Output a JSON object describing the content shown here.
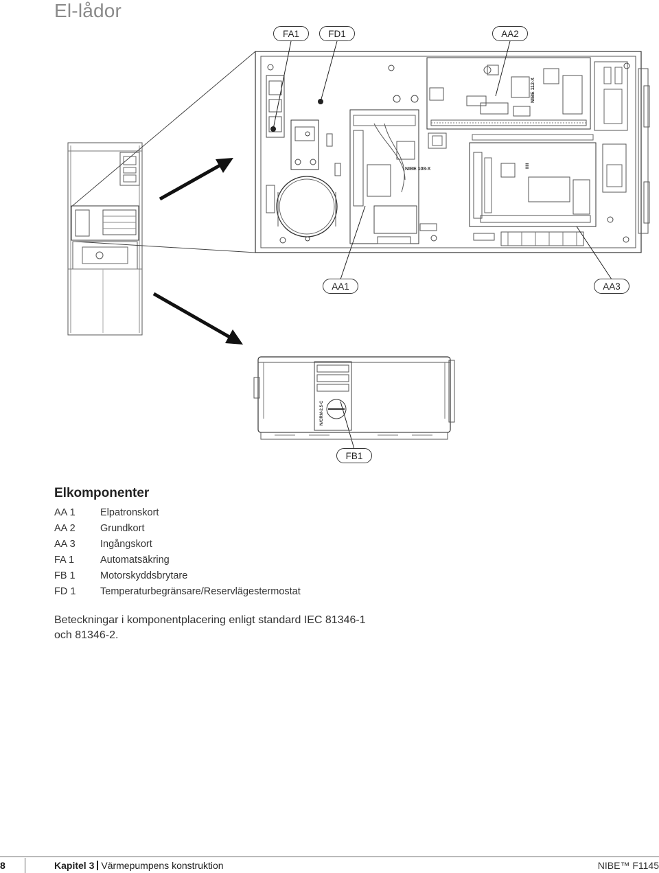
{
  "page": {
    "title": "El-lådor"
  },
  "callouts": {
    "fa1": "FA1",
    "fd1": "FD1",
    "aa2": "AA2",
    "aa1": "AA1",
    "aa3": "AA3",
    "fb1": "FB1"
  },
  "board_labels": {
    "aa1_board": "NIBE 108-X",
    "aa2_board": "NIBE 112-X"
  },
  "switch_label": "N/CRM-2.5-C",
  "components": {
    "title": "Elkomponenter",
    "items": [
      {
        "code": "AA 1",
        "name": "Elpatronskort"
      },
      {
        "code": "AA 2",
        "name": "Grundkort"
      },
      {
        "code": "AA 3",
        "name": "Ingångskort"
      },
      {
        "code": "FA 1",
        "name": "Automatsäkring"
      },
      {
        "code": "FB 1",
        "name": "Motorskyddsbrytare"
      },
      {
        "code": "FD 1",
        "name": "Temperaturbegränsare/Reservlägestermostat"
      }
    ]
  },
  "note": "Beteckningar i komponentplacering enligt standard IEC 81346-1 och 81346-2.",
  "footer": {
    "page_number": "8",
    "chapter_label": "Kapitel 3",
    "chapter_title": "Värmepumpens konstruktion",
    "brand": "NIBE™ F1145"
  }
}
